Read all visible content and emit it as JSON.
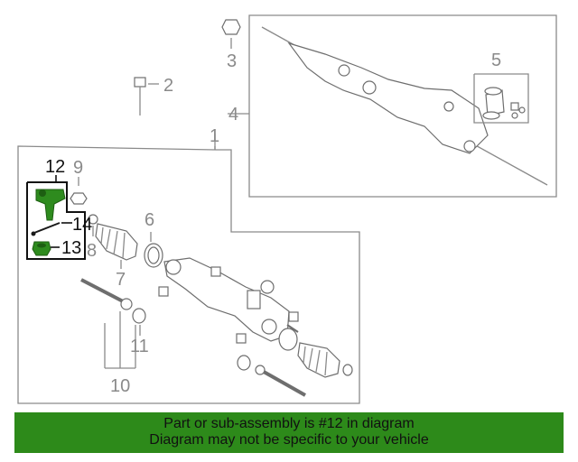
{
  "callouts": {
    "c1": "1",
    "c2": "2",
    "c3": "3",
    "c4": "4",
    "c5": "5",
    "c6": "6",
    "c7": "7",
    "c8": "8",
    "c9": "9",
    "c10": "10",
    "c11": "11",
    "c12": "12",
    "c13": "13",
    "c14": "14"
  },
  "highlight_part": "12",
  "colors": {
    "highlight_green": "#2e8b1e",
    "banner_bg": "#2d8a1a",
    "callout_gray": "#8a8a8a"
  },
  "banner": {
    "line1": "Part or sub-assembly is #12 in diagram",
    "line2": "Diagram may not be specific to your vehicle"
  }
}
